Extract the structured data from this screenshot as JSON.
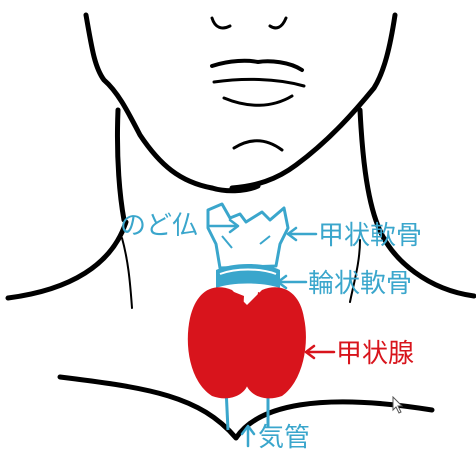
{
  "labels": {
    "adams_apple": "のど仏",
    "thyroid_cartilage": "甲状軟骨",
    "cricoid_cartilage": "輪状軟骨",
    "thyroid_gland": "甲状腺",
    "trachea": "気管"
  },
  "colors": {
    "outline": "#000000",
    "cartilage": "#3aa6cc",
    "thyroid": "#d8141c",
    "background": "#ffffff"
  },
  "icons": [
    "arrow-left-icon",
    "arrow-right-icon",
    "arrow-up-icon",
    "mouse-cursor-icon"
  ]
}
